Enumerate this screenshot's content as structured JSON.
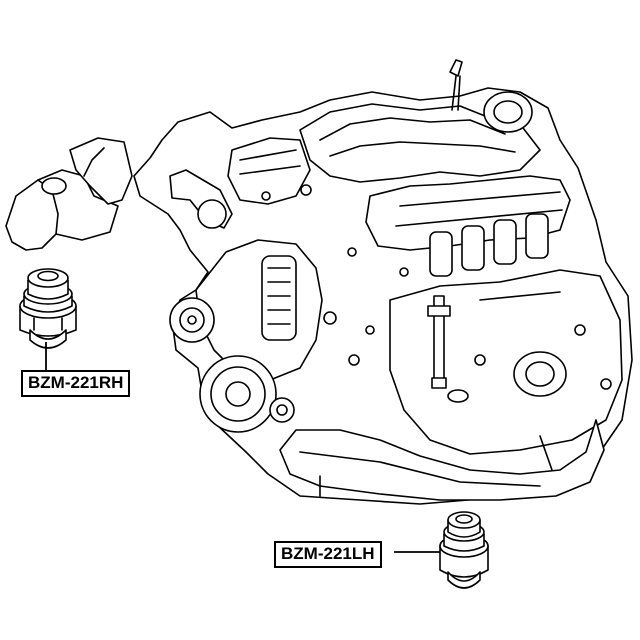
{
  "parts": [
    {
      "id": "rh",
      "part_number": "BZM-221RH"
    },
    {
      "id": "lh",
      "part_number": "BZM-221LH"
    }
  ],
  "colors": {
    "line": "#000000",
    "background": "#ffffff"
  }
}
